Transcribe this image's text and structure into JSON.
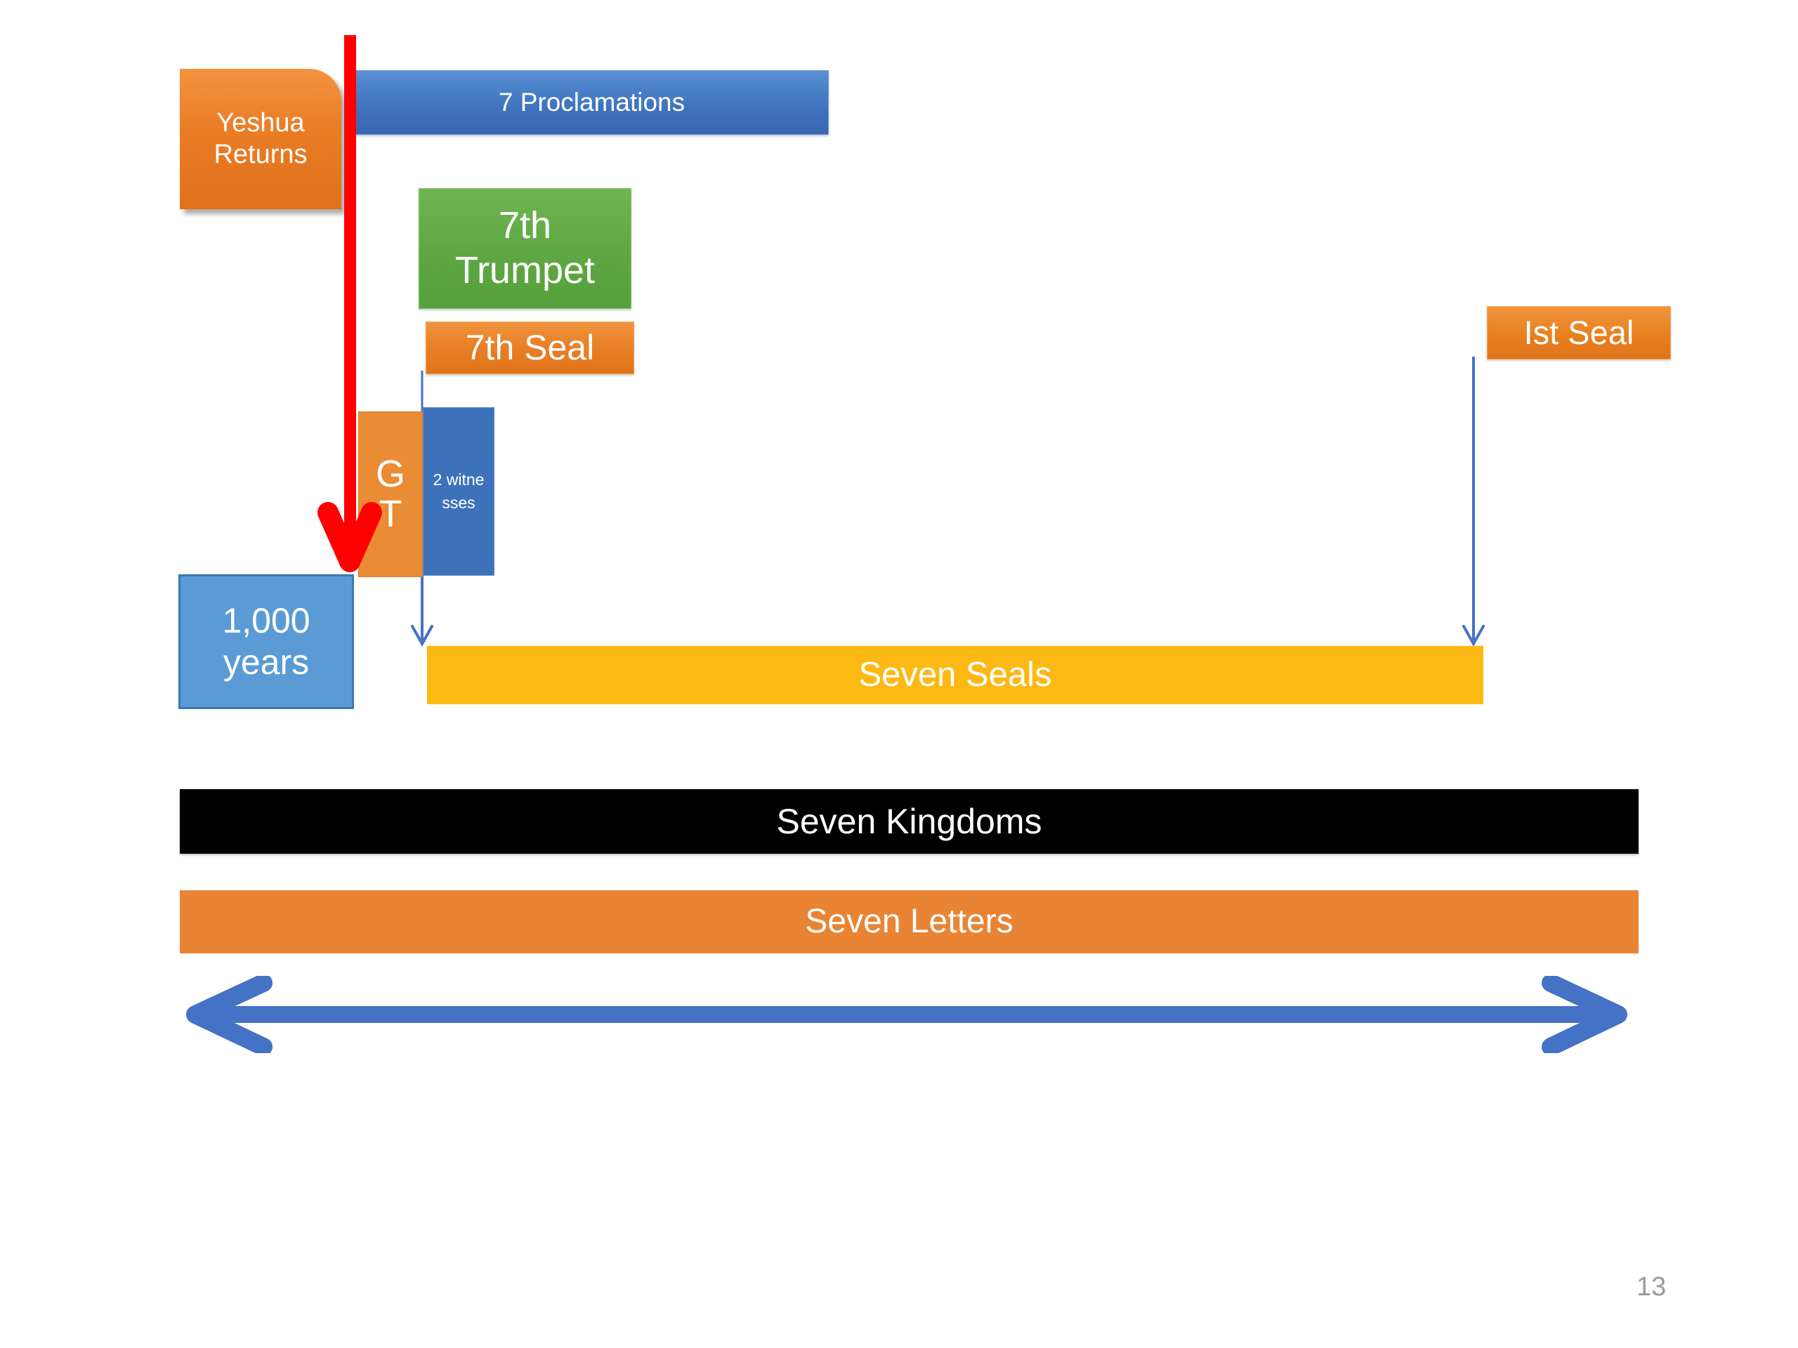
{
  "slide": {
    "page_number": "13",
    "background_color": "#ffffff"
  },
  "boxes": {
    "yeshua_returns": {
      "label_line1": "Yeshua",
      "label_line2": "Returns",
      "color": "#e87e22"
    },
    "seven_proclamations": {
      "label": "7 Proclamations",
      "color": "#4a80c8"
    },
    "seventh_trumpet": {
      "label_line1": "7th",
      "label_line2": "Trumpet",
      "color": "#5fa843"
    },
    "seventh_seal": {
      "label": "7th Seal",
      "color": "#e8801f"
    },
    "great_tribulation": {
      "label_line1": "G",
      "label_line2": "T",
      "color": "#e98c34"
    },
    "two_witnesses": {
      "label": "2 witnesses",
      "color": "#3d72bb"
    },
    "thousand_years": {
      "label_line1": "1,000",
      "label_line2": "years",
      "color": "#5b9bd5",
      "border_color": "#3a78b5"
    },
    "first_seal": {
      "label": "Ist Seal",
      "color": "#e8801f"
    },
    "seven_seals": {
      "label": "Seven Seals",
      "color": "#fdb913"
    },
    "seven_kingdoms": {
      "label": "Seven Kingdoms",
      "color": "#000000"
    },
    "seven_letters": {
      "label": "Seven Letters",
      "color": "#e98434"
    }
  },
  "arrows": {
    "red_timeline": {
      "name": "red-down-arrow",
      "color": "#ff0000",
      "direction": "down"
    },
    "two_witnesses_to_seals": {
      "name": "thin-down-arrow",
      "color": "#4472c4",
      "direction": "down"
    },
    "first_seal_to_seals": {
      "name": "thin-down-arrow",
      "color": "#4472c4",
      "direction": "down"
    },
    "timeline_span": {
      "name": "double-headed-arrow",
      "color": "#4472c4",
      "direction": "left-right"
    }
  }
}
